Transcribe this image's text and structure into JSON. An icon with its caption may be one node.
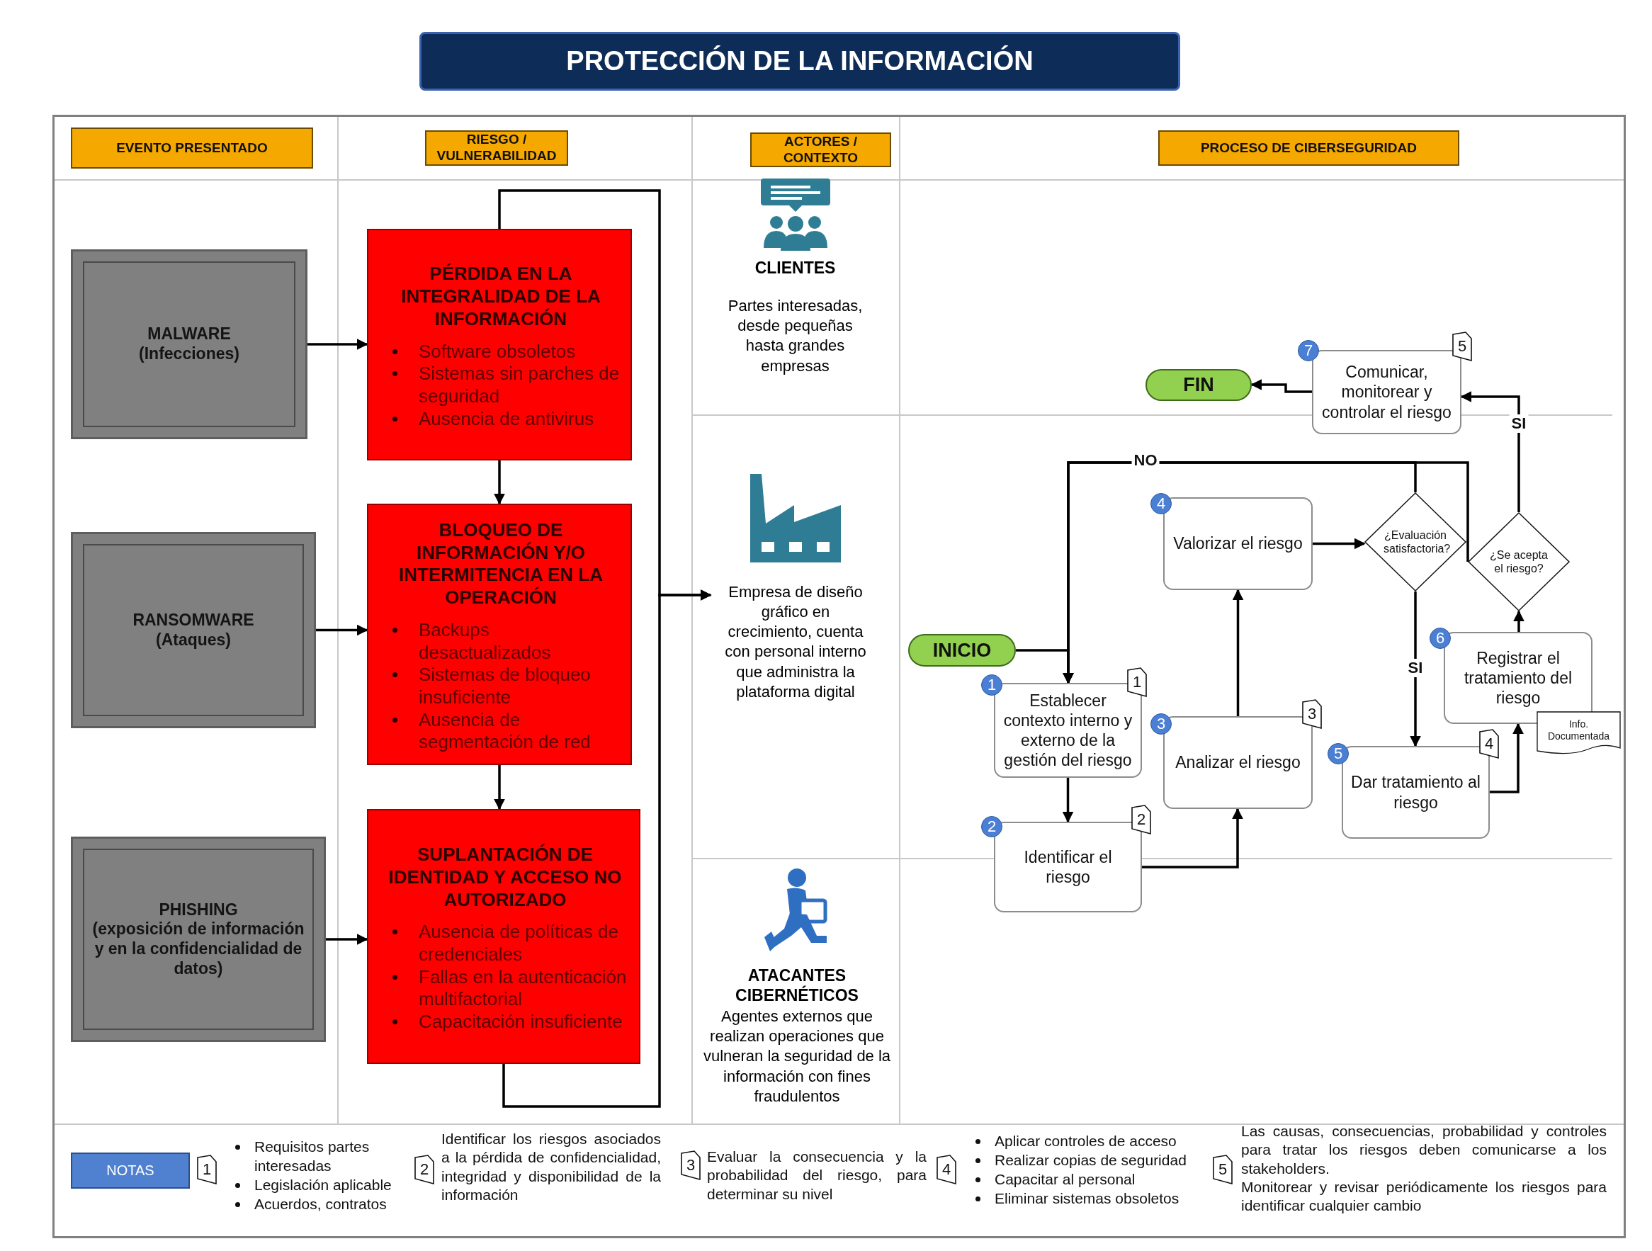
{
  "diagram": {
    "title": "PROTECCIÓN DE LA INFORMACIÓN",
    "nodes": [
      {
        "text": [
          "EVENTO PRESENTADO"
        ]
      },
      {
        "text": [
          "RIESGO / VULNERABILIDAD"
        ]
      },
      {
        "text": [
          "ACTORES / CONTEXTO"
        ]
      },
      {
        "text": [
          "PROCESO DE CIBERSEGURIDAD"
        ]
      },
      {
        "text": [
          "MALWARE",
          "(Infecciones)"
        ]
      },
      {
        "text": [
          "RANSOMWARE",
          "(Ataques)"
        ]
      },
      {
        "text": [
          "PHISHING",
          "(exposición de información y en la confidencialidad de datos)"
        ]
      },
      {
        "text": [
          "PÉRDIDA EN LA INTEGRALIDAD DE LA INFORMACIÓN",
          "Software obsoletos",
          "Sistemas sin parches de seguridad",
          "Ausencia de antivirus"
        ]
      },
      {
        "text": [
          "BLOQUEO DE INFORMACIÓN Y/O INTERMITENCIA EN LA OPERACIÓN",
          "Backups desactualizados",
          "Sistemas de bloqueo insuficiente",
          "Ausencia de segmentación de red"
        ]
      },
      {
        "text": [
          "SUPLANTACIÓN DE IDENTIDAD Y ACCESO NO AUTORIZADO",
          "Ausencia de políticas de credenciales",
          "Fallas en la autenticación multifactorial",
          "Capacitación insuficiente"
        ]
      },
      {
        "text": [
          "CLIENTES",
          "Partes interesadas, desde pequeñas hasta grandes empresas"
        ]
      },
      {
        "text": [
          "Empresa de diseño gráfico en crecimiento, cuenta con personal interno que administra la plataforma digital"
        ]
      },
      {
        "text": [
          "ATACANTES CIBERNÉTICOS",
          "Agentes externos que realizan operaciones que vulneran la seguridad de la información con fines fraudulentos"
        ]
      },
      {
        "text": [
          "INICIO"
        ]
      },
      {
        "text": [
          "FIN"
        ]
      },
      {
        "text": [
          "Establecer contexto interno y externo de la gestión del riesgo"
        ],
        "beside": [
          "1",
          "1"
        ]
      },
      {
        "text": [
          "Identificar el riesgo"
        ],
        "beside": [
          "2",
          "2"
        ]
      },
      {
        "text": [
          "Analizar el riesgo"
        ],
        "beside": [
          "3",
          "3"
        ]
      },
      {
        "text": [
          "Valorizar el riesgo"
        ],
        "beside": [
          "4"
        ]
      },
      {
        "text": [
          "¿Evaluación satisfactoria?"
        ]
      },
      {
        "text": [
          "Dar tratamiento al riesgo"
        ],
        "beside": [
          "5",
          "4"
        ]
      },
      {
        "text": [
          "Registrar el tratamiento del riesgo"
        ],
        "beside": [
          "6"
        ]
      },
      {
        "text": [
          "¿Se acepta el riesgo?"
        ]
      },
      {
        "text": [
          "Comunicar, monitorear y controlar el riesgo"
        ],
        "beside": [
          "7",
          "5"
        ]
      },
      {
        "text": [
          "Info. Documentada"
        ]
      },
      {
        "text": [
          "NOTAS"
        ]
      }
    ],
    "edges": [
      {
        "from": 4,
        "to": 7,
        "arrow": "to"
      },
      {
        "from": 5,
        "to": 8,
        "arrow": "to"
      },
      {
        "from": 6,
        "to": 9,
        "arrow": "to"
      },
      {
        "from": 7,
        "to": 8,
        "arrow": "to"
      },
      {
        "from": 8,
        "to": 9,
        "arrow": "to"
      },
      {
        "from": 7,
        "to": 11,
        "arrow": "to"
      },
      {
        "from": 9,
        "to": 11,
        "arrow": "to"
      },
      {
        "from": 13,
        "to": 15,
        "arrow": "to"
      },
      {
        "from": 19,
        "to": 15,
        "arrow": "to",
        "label": "NO"
      },
      {
        "from": 22,
        "to": 15,
        "arrow": "to"
      },
      {
        "from": 15,
        "to": 16,
        "arrow": "to"
      },
      {
        "from": 16,
        "to": 17,
        "arrow": "to"
      },
      {
        "from": 17,
        "to": 18,
        "arrow": "to"
      },
      {
        "from": 18,
        "to": 19,
        "arrow": "to"
      },
      {
        "from": 19,
        "to": 20,
        "arrow": "to",
        "label": "SI"
      },
      {
        "from": 20,
        "to": 21,
        "arrow": "to"
      },
      {
        "from": 21,
        "to": 22,
        "arrow": "to"
      },
      {
        "from": 22,
        "to": 23,
        "arrow": "to",
        "label": "SI"
      },
      {
        "from": 23,
        "to": 14,
        "arrow": "to"
      }
    ],
    "labels": [
      "1",
      "Requisitos partes interesadas",
      "Legislación aplicable",
      "Acuerdos, contratos",
      "2",
      "Identificar los riesgos asociados a la pérdida de confidencialidad, integridad y disponibilidad de la información",
      "3",
      "Evaluar la consecuencia y la probabilidad del riesgo, para determinar su nivel",
      "4",
      "Aplicar controles de acceso",
      "Realizar copias de seguridad",
      "Capacitar al personal",
      "Eliminar sistemas obsoletos",
      "5",
      "Las causas, consecuencias, probabilidad y controles para tratar los riesgos deben comunicarse a los stakeholders.",
      "Monitorear y revisar periódicamente los riesgos para identificar cualquier cambio"
    ]
  }
}
